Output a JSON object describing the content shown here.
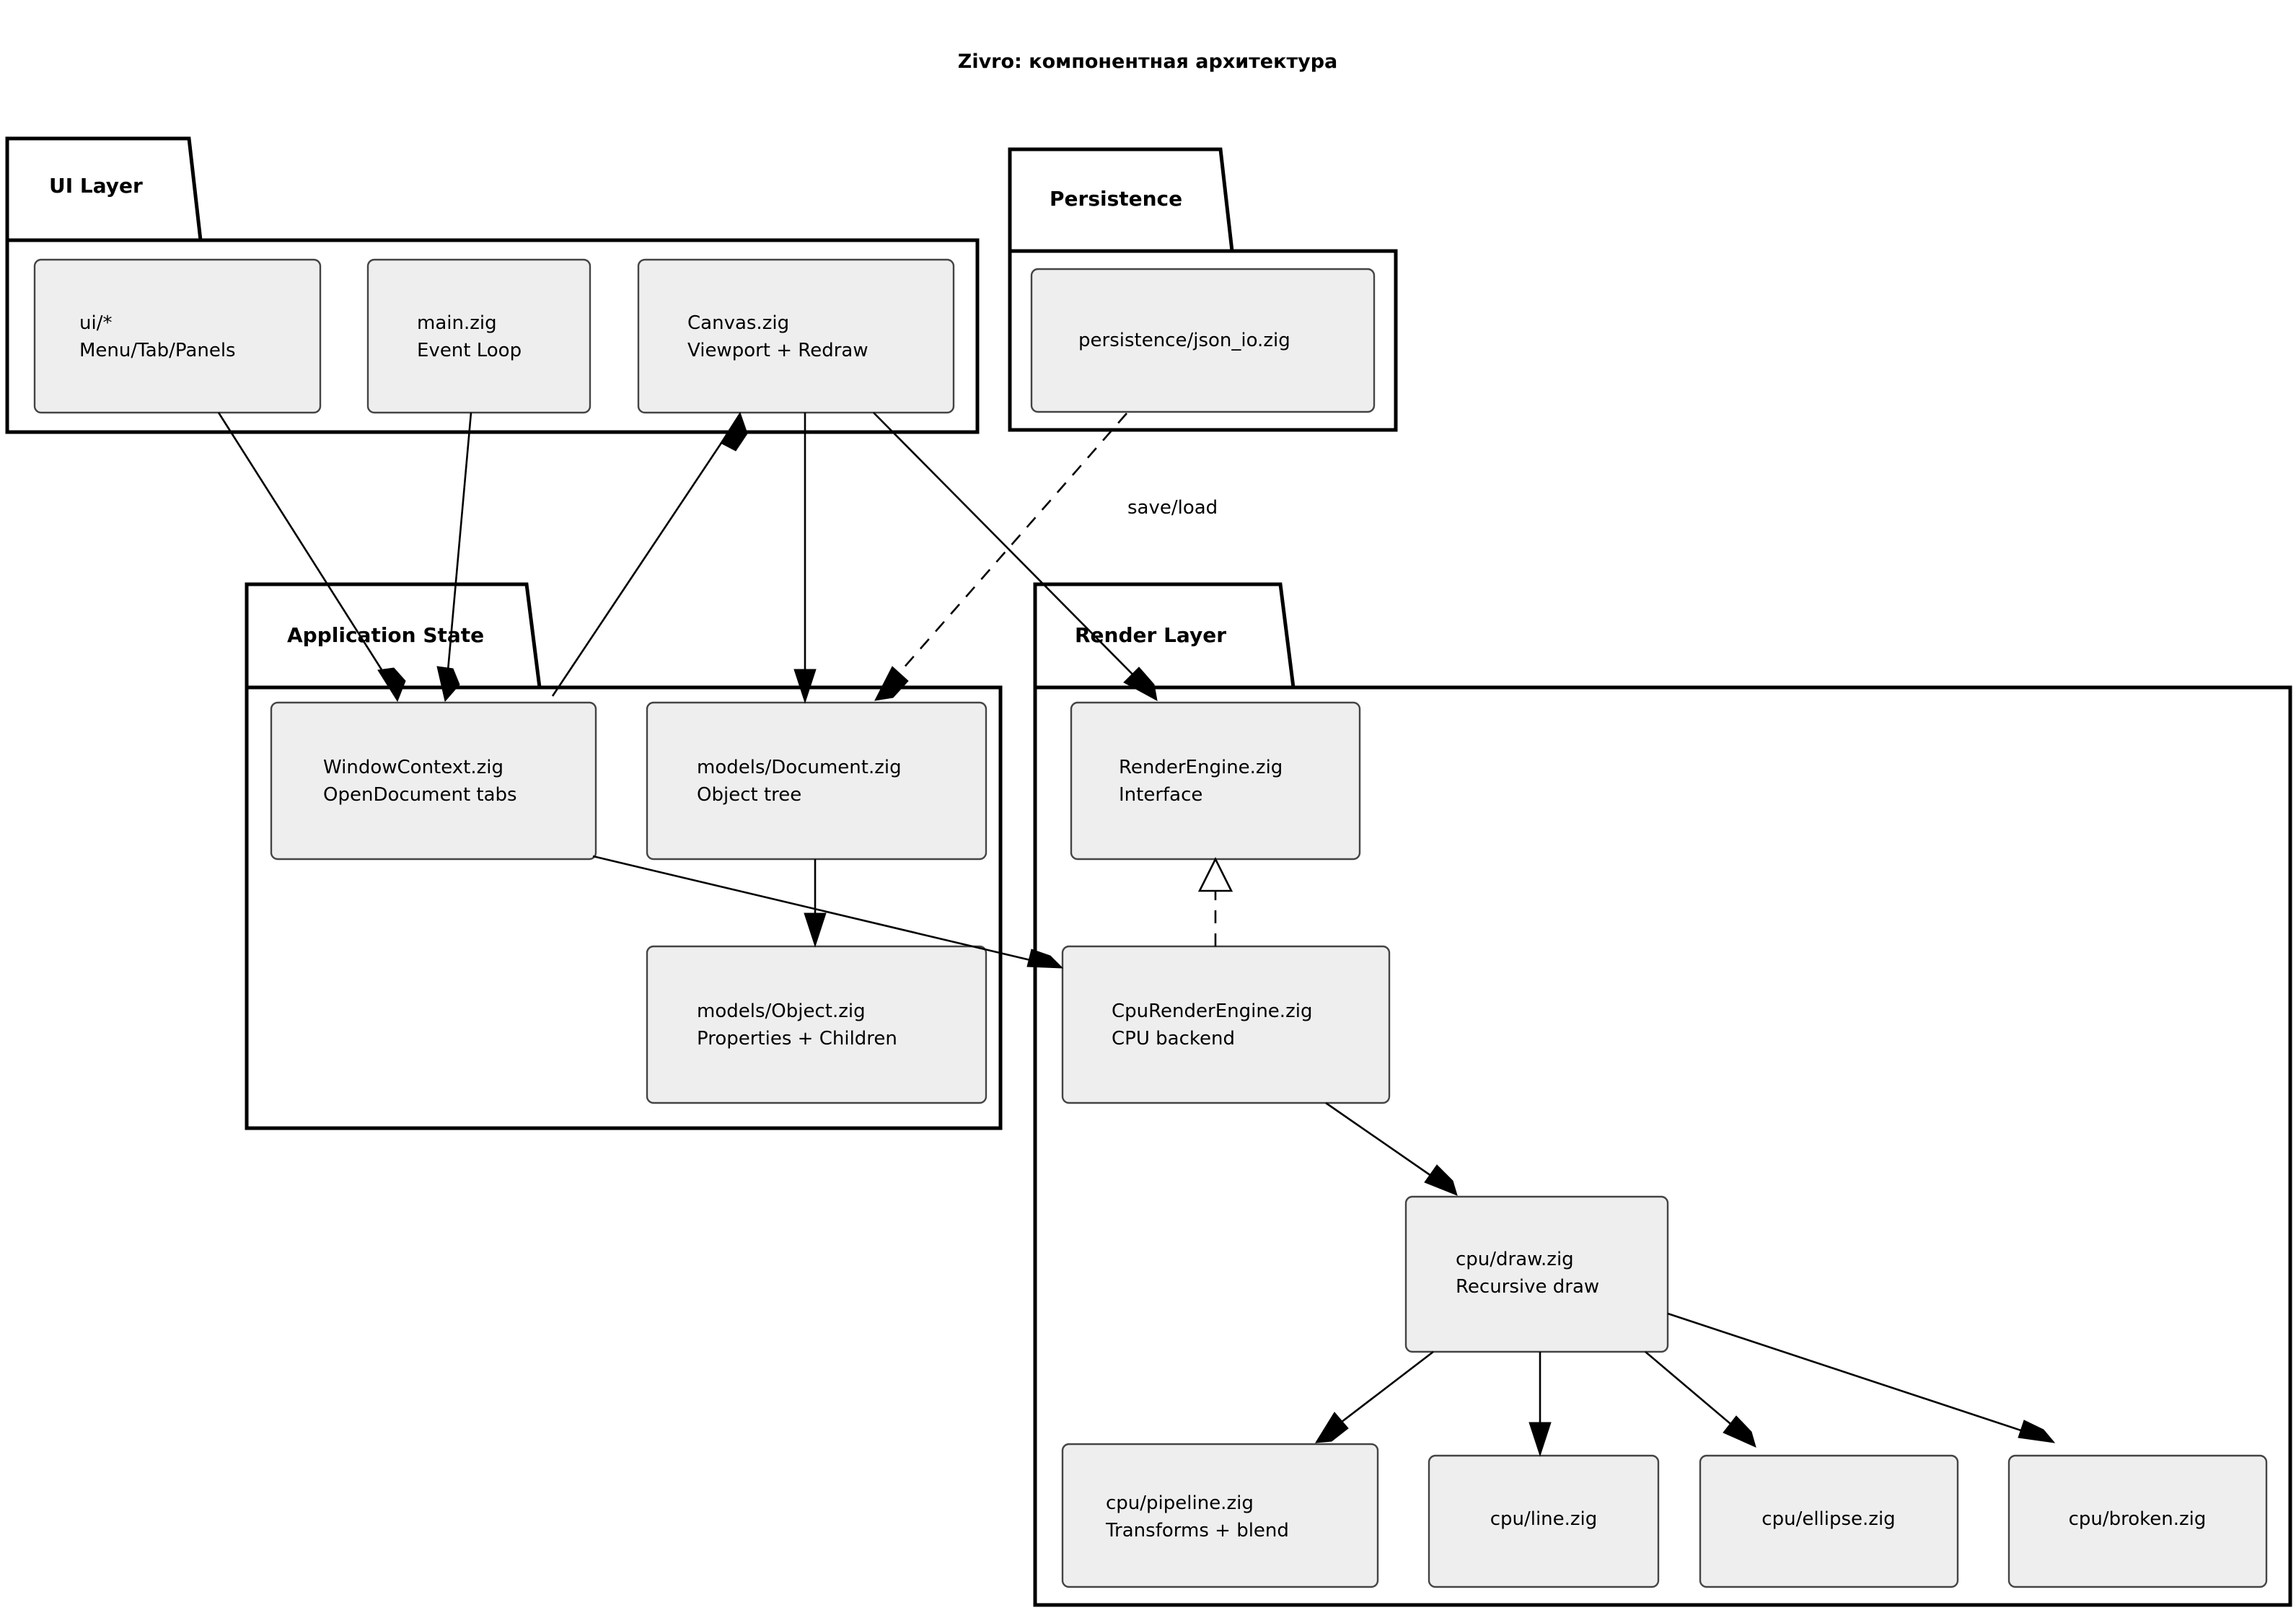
{
  "diagram": {
    "title": "Zivro: компонентная архитектура",
    "type": "uml-component-architecture",
    "background_color": "#ffffff",
    "node_fill_color": "#eeeeee",
    "node_stroke_color": "#444444",
    "package_stroke_color": "#000000",
    "edge_color": "#000000"
  },
  "packages": [
    {
      "id": "ui-layer",
      "title": "UI Layer",
      "nodes": [
        "ui-star",
        "main-zig",
        "canvas-zig"
      ]
    },
    {
      "id": "persistence",
      "title": "Persistence",
      "nodes": [
        "json-io"
      ]
    },
    {
      "id": "application-state",
      "title": "Application State",
      "nodes": [
        "window-context",
        "models-document",
        "models-object"
      ]
    },
    {
      "id": "render-layer",
      "title": "Render Layer",
      "nodes": [
        "render-engine",
        "cpu-render-engine",
        "cpu-draw",
        "cpu-pipeline",
        "cpu-line",
        "cpu-ellipse",
        "cpu-broken"
      ]
    }
  ],
  "nodes": {
    "ui-star": {
      "line1": "ui/*",
      "line2": "Menu/Tab/Panels"
    },
    "main-zig": {
      "line1": "main.zig",
      "line2": "Event Loop"
    },
    "canvas-zig": {
      "line1": "Canvas.zig",
      "line2": "Viewport + Redraw"
    },
    "json-io": {
      "line1": "persistence/json_io.zig",
      "line2": ""
    },
    "window-context": {
      "line1": "WindowContext.zig",
      "line2": "OpenDocument tabs"
    },
    "models-document": {
      "line1": "models/Document.zig",
      "line2": "Object tree"
    },
    "models-object": {
      "line1": "models/Object.zig",
      "line2": "Properties + Children"
    },
    "render-engine": {
      "line1": "RenderEngine.zig",
      "line2": "Interface"
    },
    "cpu-render-engine": {
      "line1": "CpuRenderEngine.zig",
      "line2": "CPU backend"
    },
    "cpu-draw": {
      "line1": "cpu/draw.zig",
      "line2": "Recursive draw"
    },
    "cpu-pipeline": {
      "line1": "cpu/pipeline.zig",
      "line2": "Transforms + blend"
    },
    "cpu-line": {
      "line1": "cpu/line.zig",
      "line2": ""
    },
    "cpu-ellipse": {
      "line1": "cpu/ellipse.zig",
      "line2": ""
    },
    "cpu-broken": {
      "line1": "cpu/broken.zig",
      "line2": ""
    }
  },
  "edges": [
    {
      "id": "e1",
      "from": "ui-star",
      "to": "window-context",
      "style": "solid",
      "label": ""
    },
    {
      "id": "e2",
      "from": "main-zig",
      "to": "window-context",
      "style": "solid",
      "label": ""
    },
    {
      "id": "e3",
      "from": "window-context",
      "to": "canvas-zig",
      "style": "solid",
      "label": ""
    },
    {
      "id": "e4",
      "from": "canvas-zig",
      "to": "models-document",
      "style": "solid",
      "label": ""
    },
    {
      "id": "e5",
      "from": "canvas-zig",
      "to": "render-engine",
      "style": "solid",
      "label": ""
    },
    {
      "id": "e6",
      "from": "json-io",
      "to": "models-document",
      "style": "dashed",
      "label": "save/load"
    },
    {
      "id": "e7",
      "from": "models-document",
      "to": "models-object",
      "style": "solid",
      "label": ""
    },
    {
      "id": "e8",
      "from": "window-context",
      "to": "cpu-render-engine",
      "style": "solid",
      "label": ""
    },
    {
      "id": "e9",
      "from": "cpu-render-engine",
      "to": "render-engine",
      "style": "dashed-hollow",
      "label": ""
    },
    {
      "id": "e10",
      "from": "cpu-render-engine",
      "to": "cpu-draw",
      "style": "solid",
      "label": ""
    },
    {
      "id": "e11",
      "from": "cpu-draw",
      "to": "cpu-pipeline",
      "style": "solid",
      "label": ""
    },
    {
      "id": "e12",
      "from": "cpu-draw",
      "to": "cpu-line",
      "style": "solid",
      "label": ""
    },
    {
      "id": "e13",
      "from": "cpu-draw",
      "to": "cpu-ellipse",
      "style": "solid",
      "label": ""
    },
    {
      "id": "e14",
      "from": "cpu-draw",
      "to": "cpu-broken",
      "style": "solid",
      "label": ""
    }
  ],
  "edge_labels": {
    "save_load": "save/load"
  }
}
